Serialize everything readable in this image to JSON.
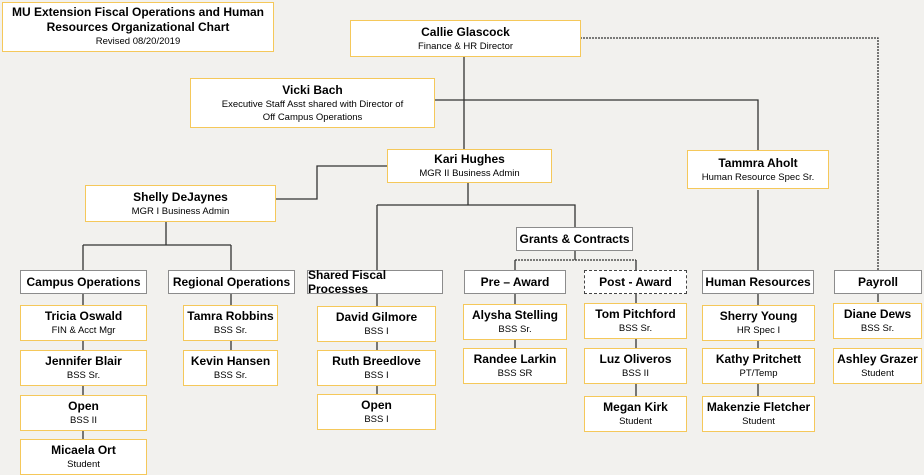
{
  "title": {
    "line1": "MU Extension Fiscal Operations and Human",
    "line2": "Resources Organizational Chart",
    "revised": "Revised 08/20/2019"
  },
  "colors": {
    "node_border": "#f5c85a",
    "background": "#f2f1ee",
    "line": "#333333"
  },
  "director": {
    "name": "Callie Glascock",
    "role": "Finance & HR Director"
  },
  "assistant": {
    "name": "Vicki Bach",
    "role_line1": "Executive Staff Asst shared with Director of",
    "role_line2": "Off Campus Operations"
  },
  "kari": {
    "name": "Kari Hughes",
    "role": "MGR II Business Admin"
  },
  "tammra": {
    "name": "Tammra Aholt",
    "role": "Human Resource Spec Sr."
  },
  "shelly": {
    "name": "Shelly DeJaynes",
    "role": "MGR I Business Admin"
  },
  "grants": {
    "label": "Grants & Contracts"
  },
  "groups": {
    "campus": {
      "label": "Campus Operations",
      "members": [
        {
          "name": "Tricia Oswald",
          "role": "FIN & Acct Mgr"
        },
        {
          "name": "Jennifer Blair",
          "role": "BSS Sr."
        },
        {
          "name": "Open",
          "role": "BSS II"
        },
        {
          "name": "Micaela Ort",
          "role": "Student"
        }
      ]
    },
    "regional": {
      "label": "Regional Operations",
      "members": [
        {
          "name": "Tamra Robbins",
          "role": "BSS Sr."
        },
        {
          "name": "Kevin Hansen",
          "role": "BSS Sr."
        }
      ]
    },
    "shared": {
      "label": "Shared Fiscal Processes",
      "members": [
        {
          "name": "David Gilmore",
          "role": "BSS I"
        },
        {
          "name": "Ruth Breedlove",
          "role": "BSS I"
        },
        {
          "name": "Open",
          "role": "BSS I"
        }
      ]
    },
    "pre": {
      "label": "Pre – Award",
      "members": [
        {
          "name": "Alysha Stelling",
          "role": "BSS Sr."
        },
        {
          "name": "Randee Larkin",
          "role": "BSS SR"
        }
      ]
    },
    "post": {
      "label": "Post - Award",
      "members": [
        {
          "name": "Tom Pitchford",
          "role": "BSS Sr."
        },
        {
          "name": "Luz Oliveros",
          "role": "BSS II"
        },
        {
          "name": "Megan Kirk",
          "role": "Student"
        }
      ]
    },
    "hr": {
      "label": "Human Resources",
      "members": [
        {
          "name": "Sherry Young",
          "role": "HR Spec I"
        },
        {
          "name": "Kathy Pritchett",
          "role": "PT/Temp"
        },
        {
          "name": "Makenzie Fletcher",
          "role": "Student"
        }
      ]
    },
    "payroll": {
      "label": "Payroll",
      "members": [
        {
          "name": "Diane Dews",
          "role": "BSS Sr."
        },
        {
          "name": "Ashley Grazer",
          "role": "Student"
        }
      ]
    }
  }
}
